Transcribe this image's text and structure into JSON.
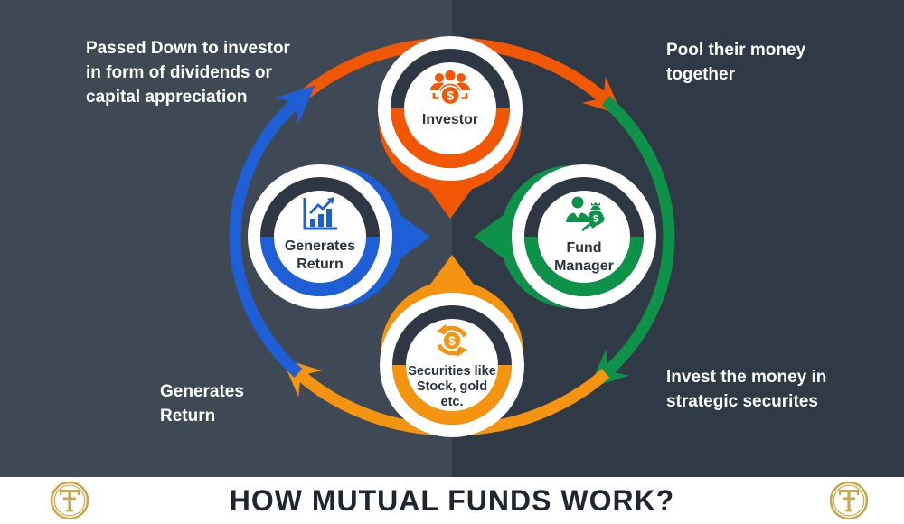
{
  "colors": {
    "bg_left": "#3F4955",
    "bg_right": "#303A47",
    "ring_dark": "#2E3743",
    "white": "#FFFFFF",
    "orange": "#F25705",
    "amber": "#F49411",
    "green": "#0E9148",
    "blue": "#1E5FD6",
    "gold": "#C9A84C",
    "title_text": "#1F2630",
    "node_label_text": "#2B333F"
  },
  "captions": {
    "top_left": {
      "lines": [
        "Passed Down to investor",
        "in form of dividends or",
        "capital appreciation"
      ]
    },
    "top_right": {
      "lines": [
        "Pool their money",
        "together"
      ]
    },
    "bottom_left": {
      "lines": [
        "Generates",
        "Return"
      ]
    },
    "bottom_right": {
      "lines": [
        "Invest the money in",
        "strategic securites"
      ]
    }
  },
  "nodes": [
    {
      "id": "investor",
      "color": "#F25705",
      "icon": "investors-group-dollar-icon",
      "lines": [
        "Investor"
      ]
    },
    {
      "id": "fund-manager",
      "color": "#0E9148",
      "icon": "fund-manager-moneybag-icon",
      "lines": [
        "Fund",
        "Manager"
      ]
    },
    {
      "id": "securities",
      "color": "#F49411",
      "icon": "dollar-exchange-icon",
      "lines": [
        "Securities like",
        "Stock, gold",
        "etc."
      ]
    },
    {
      "id": "generates-return",
      "color": "#1E5FD6",
      "icon": "bar-chart-growth-icon",
      "lines": [
        "Generates",
        "Return"
      ]
    }
  ],
  "icons": {
    "dollar_symbol": "$"
  },
  "footer": {
    "title": "HOW MUTUAL FUNDS WORK?",
    "logo": "tf-monogram-logo"
  }
}
